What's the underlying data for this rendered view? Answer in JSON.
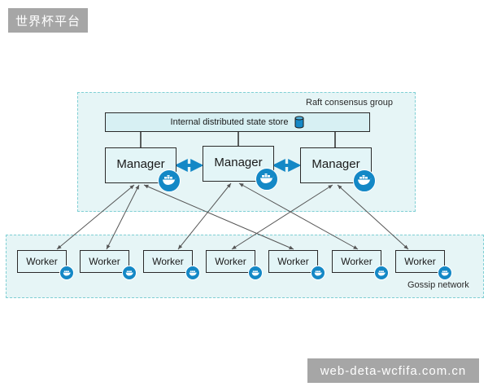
{
  "watermarks": {
    "top": "世界杯平台",
    "bottom": "web-deta-wcfifa.com.cn"
  },
  "diagram": {
    "raft_label": "Raft consensus group",
    "gossip_label": "Gossip network",
    "store_label": "Internal distributed state store",
    "store_icon": "database-icon",
    "managers": [
      {
        "label": "Manager",
        "icon": "docker-whale-icon"
      },
      {
        "label": "Manager",
        "icon": "docker-whale-icon"
      },
      {
        "label": "Manager",
        "icon": "docker-whale-icon"
      }
    ],
    "workers": [
      {
        "label": "Worker",
        "icon": "docker-whale-icon"
      },
      {
        "label": "Worker",
        "icon": "docker-whale-icon"
      },
      {
        "label": "Worker",
        "icon": "docker-whale-icon"
      },
      {
        "label": "Worker",
        "icon": "docker-whale-icon"
      },
      {
        "label": "Worker",
        "icon": "docker-whale-icon"
      },
      {
        "label": "Worker",
        "icon": "docker-whale-icon"
      },
      {
        "label": "Worker",
        "icon": "docker-whale-icon"
      }
    ],
    "colors": {
      "zone_fill": "#e6f5f6",
      "zone_border": "#7fcfd4",
      "box_fill": "#e3f5f7",
      "docker_blue": "#1488c6",
      "connector": "#555555"
    }
  }
}
